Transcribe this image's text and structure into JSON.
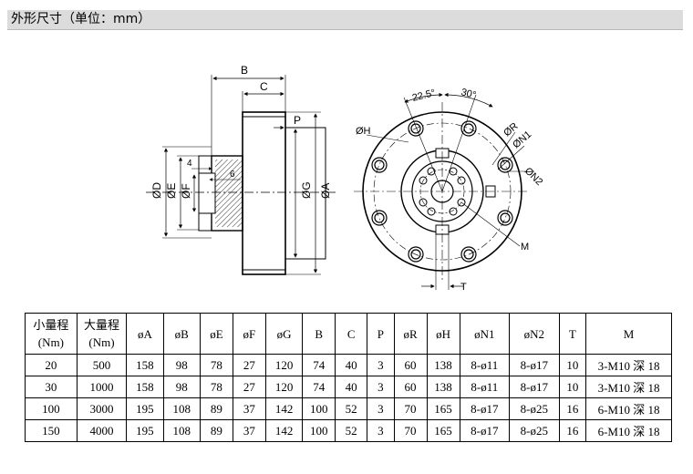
{
  "header": {
    "title": "外形尺寸（单位：mm）"
  },
  "drawing": {
    "side_view": {
      "labels": {
        "B": "B",
        "C": "C",
        "P": "P",
        "D": "ØD",
        "E": "ØE",
        "F": "ØF",
        "G": "ØG",
        "A": "ØA",
        "four": "4",
        "six": "6"
      }
    },
    "front_view": {
      "labels": {
        "angle1": "22.5°",
        "angle2": "30°",
        "H": "ØH",
        "R": "ØR",
        "N1": "ØN1",
        "N2": "ØN2",
        "M": "M",
        "T": "T"
      }
    }
  },
  "table": {
    "headers": [
      {
        "line1": "小量程",
        "line2": "(Nm)"
      },
      {
        "line1": "大量程",
        "line2": "(Nm)"
      },
      {
        "line1": "øA"
      },
      {
        "line1": "øB"
      },
      {
        "line1": "øE"
      },
      {
        "line1": "øF"
      },
      {
        "line1": "øG"
      },
      {
        "line1": "B"
      },
      {
        "line1": "C"
      },
      {
        "line1": "P"
      },
      {
        "line1": "øR"
      },
      {
        "line1": "øH"
      },
      {
        "line1": "øN1"
      },
      {
        "line1": "øN2"
      },
      {
        "line1": "T"
      },
      {
        "line1": "M"
      }
    ],
    "rows": [
      [
        "20",
        "500",
        "158",
        "98",
        "78",
        "27",
        "120",
        "74",
        "40",
        "3",
        "60",
        "138",
        "8-ø11",
        "8-ø17",
        "10",
        "3-M10 深 18"
      ],
      [
        "30",
        "1000",
        "158",
        "98",
        "78",
        "27",
        "120",
        "74",
        "40",
        "3",
        "60",
        "138",
        "8-ø11",
        "8-ø17",
        "10",
        "3-M10 深 18"
      ],
      [
        "100",
        "3000",
        "195",
        "108",
        "89",
        "37",
        "142",
        "100",
        "52",
        "3",
        "70",
        "165",
        "8-ø17",
        "8-ø25",
        "16",
        "6-M10 深 18"
      ],
      [
        "150",
        "4000",
        "195",
        "108",
        "89",
        "37",
        "142",
        "100",
        "52",
        "3",
        "70",
        "165",
        "8-ø17",
        "8-ø25",
        "16",
        "6-M10 深 18"
      ]
    ]
  }
}
